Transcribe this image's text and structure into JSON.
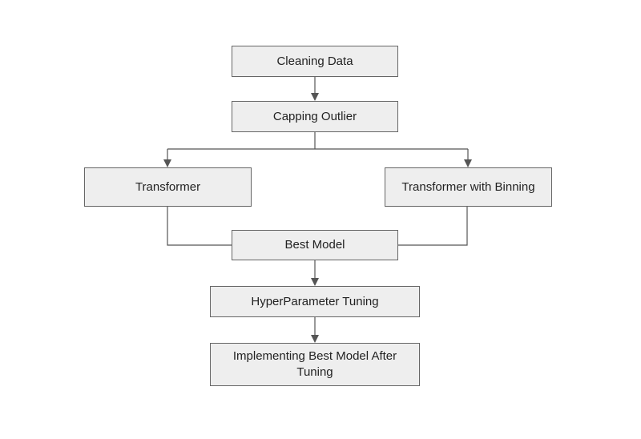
{
  "nodes": {
    "cleaning": "Cleaning Data",
    "capping": "Capping Outlier",
    "transformer": "Transformer",
    "transformer_binning": "Transformer with Binning",
    "best_model": "Best Model",
    "hyperparameter": "HyperParameter Tuning",
    "implementing": "Implementing Best Model After Tuning"
  },
  "colors": {
    "node_fill": "#eeeeee",
    "node_border": "#666666",
    "connector": "#555555",
    "text": "#222222"
  }
}
